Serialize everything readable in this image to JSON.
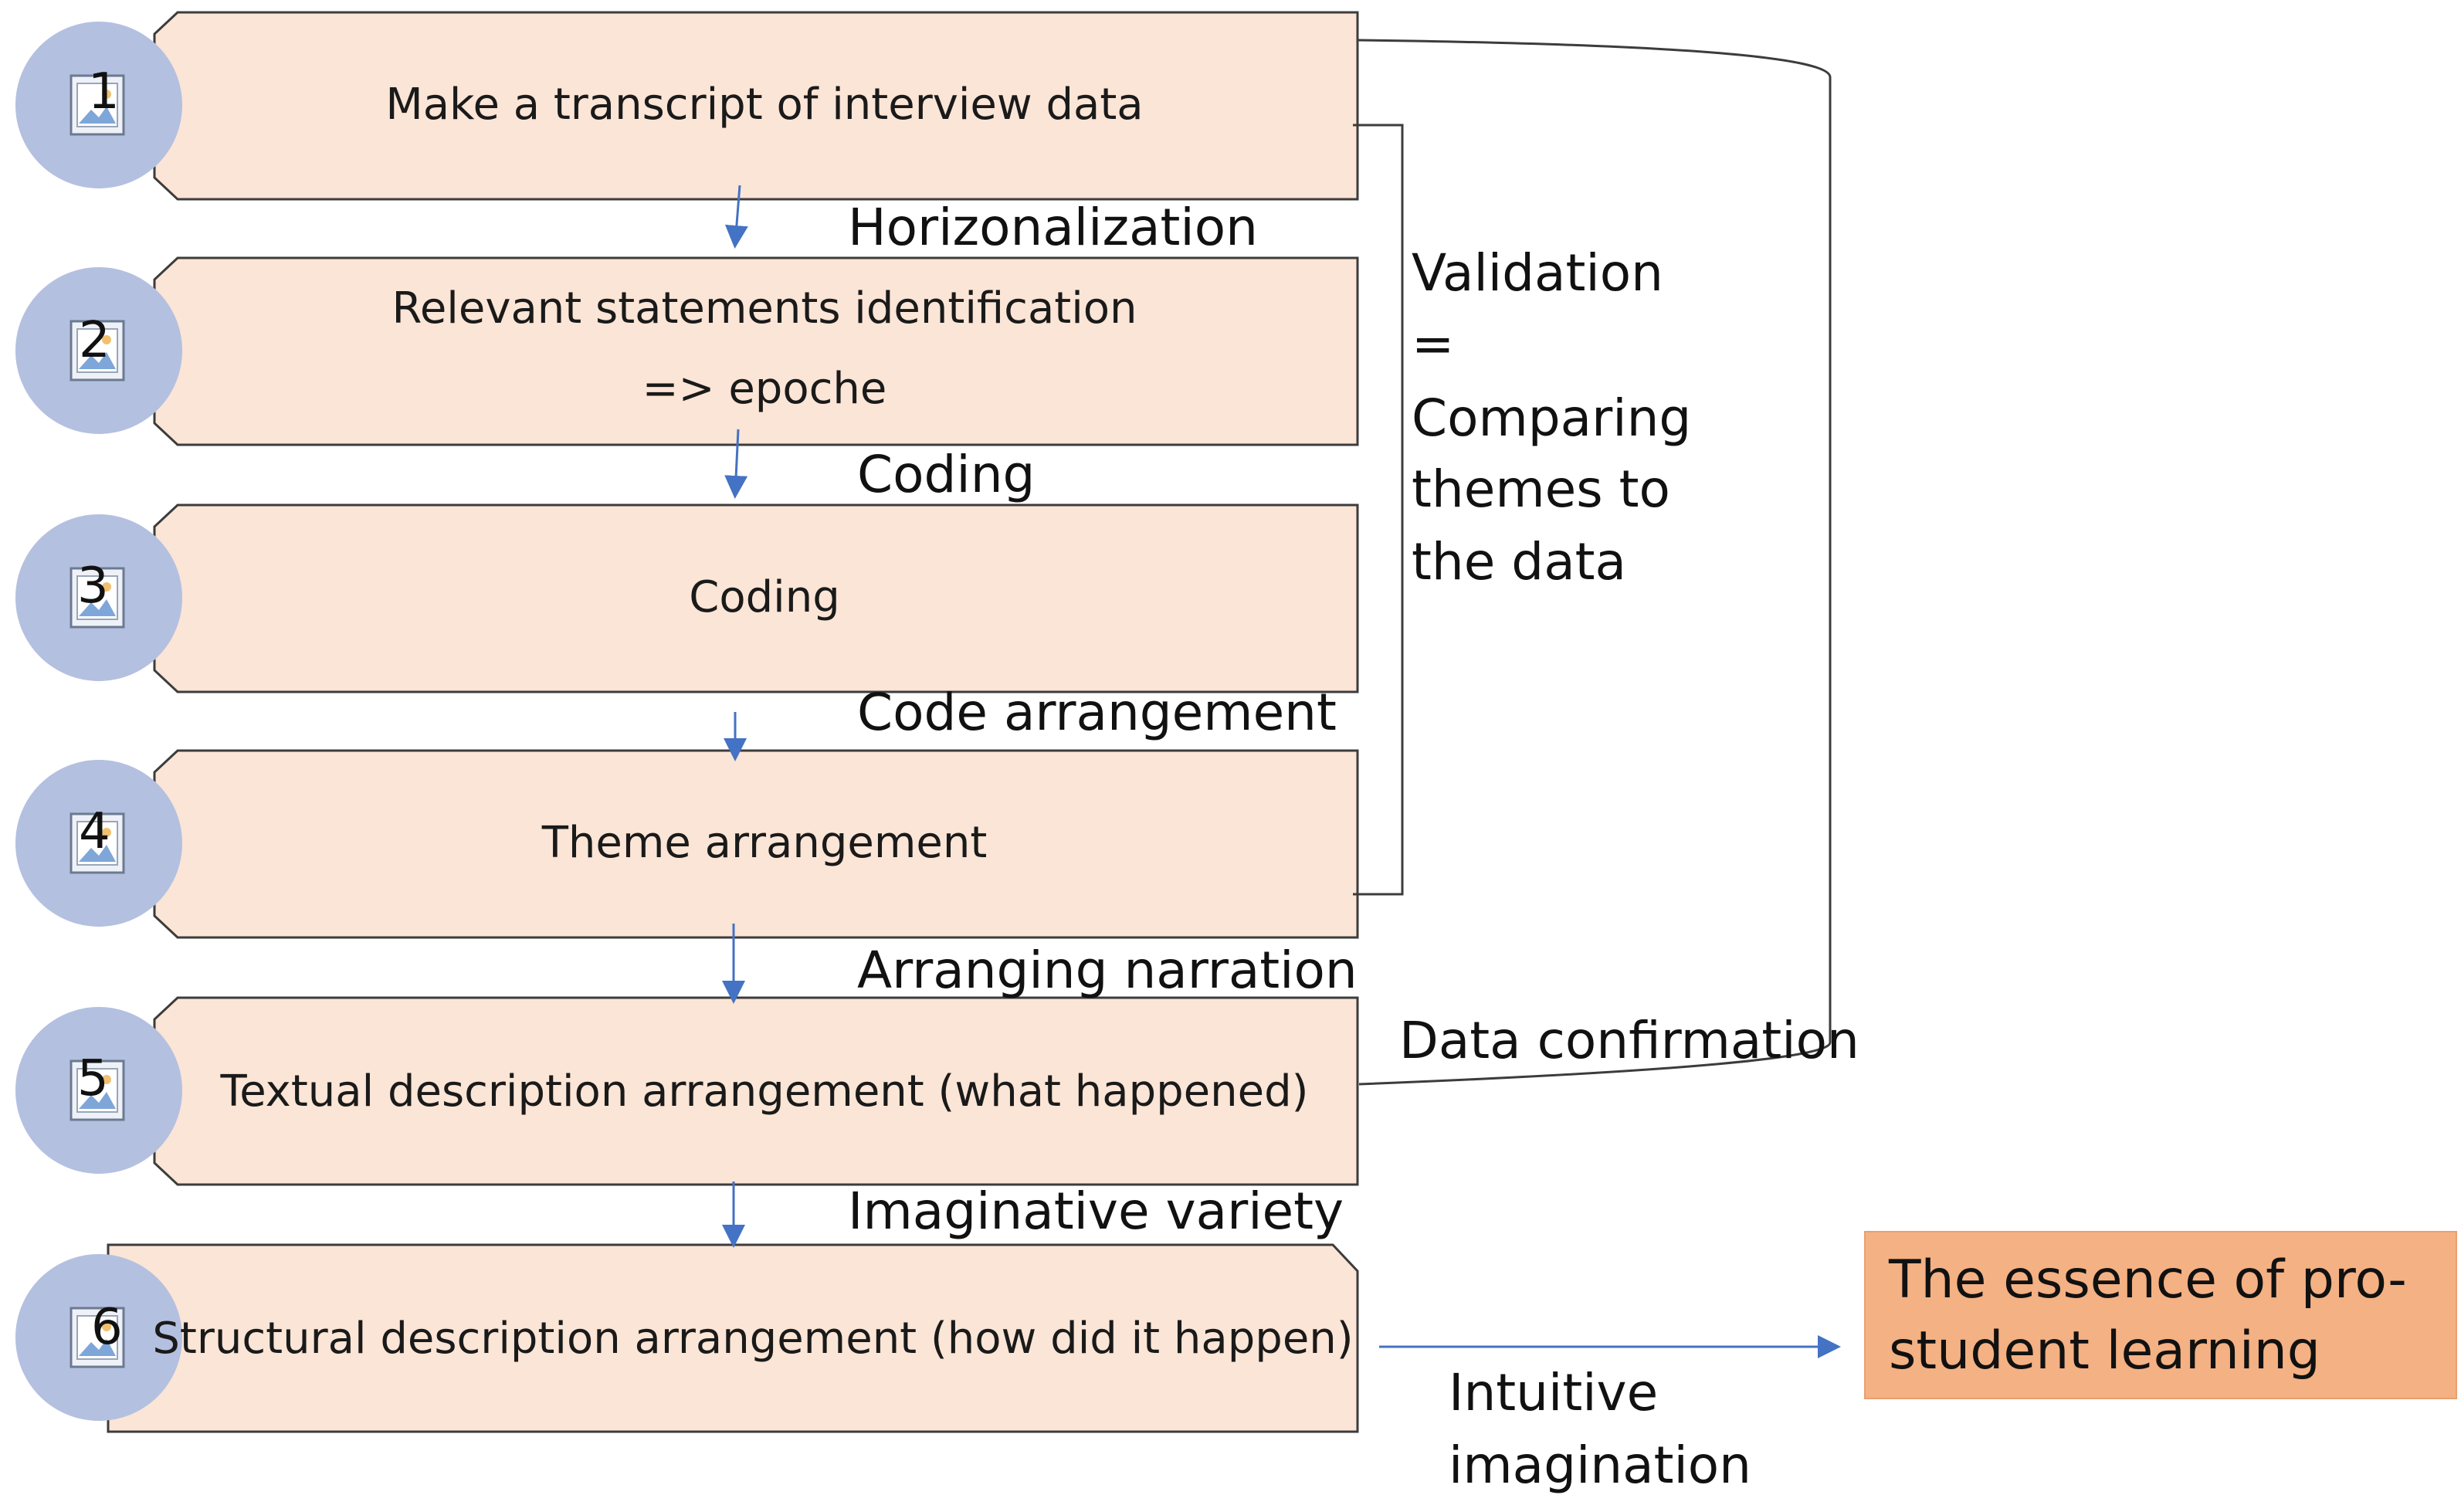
{
  "steps": [
    {
      "number": "1",
      "lines": [
        "Make a transcript of interview data"
      ]
    },
    {
      "number": "2",
      "lines": [
        "Relevant statements identification",
        "=> epoche"
      ]
    },
    {
      "number": "3",
      "lines": [
        "Coding"
      ]
    },
    {
      "number": "4",
      "lines": [
        "Theme arrangement"
      ]
    },
    {
      "number": "5",
      "lines": [
        "Textual description arrangement (what happened)"
      ]
    },
    {
      "number": "6",
      "lines": [
        "Structural description arrangement (how did it happen)"
      ]
    }
  ],
  "transitions": [
    "Horizonalization",
    "Coding",
    "Code arrangement",
    "Arranging narration",
    "Imaginative variety"
  ],
  "validation": {
    "lines": [
      "Validation",
      "=",
      "Comparing",
      "themes to",
      "the data"
    ]
  },
  "data_confirmation": "Data confirmation",
  "intuitive": {
    "lines": [
      "Intuitive",
      "imagination"
    ]
  },
  "result": {
    "lines": [
      "The essence of pro-",
      "student learning"
    ]
  },
  "colors": {
    "box_fill": "#fbe5d6",
    "circle_fill": "#b4c0e0",
    "arrow": "#4472c4",
    "result_fill": "#f4b183"
  },
  "icons": {
    "step_icon": "image-placeholder-icon"
  }
}
